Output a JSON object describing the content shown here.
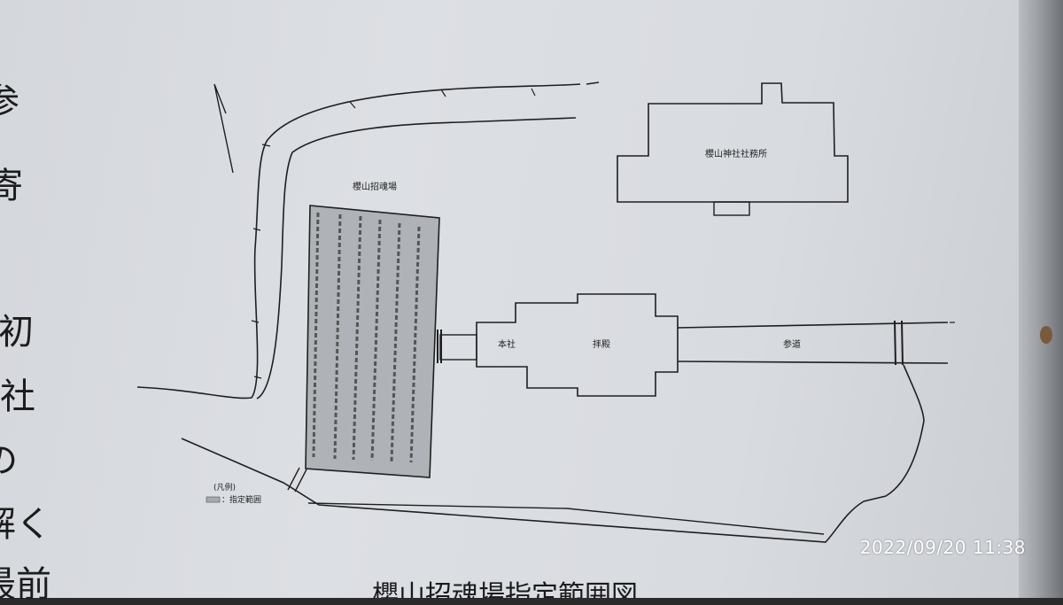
{
  "left_text": [
    "参",
    "寄",
    "初",
    "社",
    "の",
    "解く",
    "最前"
  ],
  "labels": {
    "office": "櫻山神社社務所",
    "shokonjo": "櫻山招魂場",
    "honsha": "本社",
    "haiden": "拝殿",
    "sando": "参道"
  },
  "legend": {
    "title": "(凡例)",
    "item": "：指定範囲"
  },
  "map_title": "櫻山招魂場指定範囲図",
  "timestamp": "2022/09/20 11:38",
  "colors": {
    "board": "#dcdfe3",
    "designated_area": "#a7aaae",
    "line": "#1f1f1f"
  }
}
